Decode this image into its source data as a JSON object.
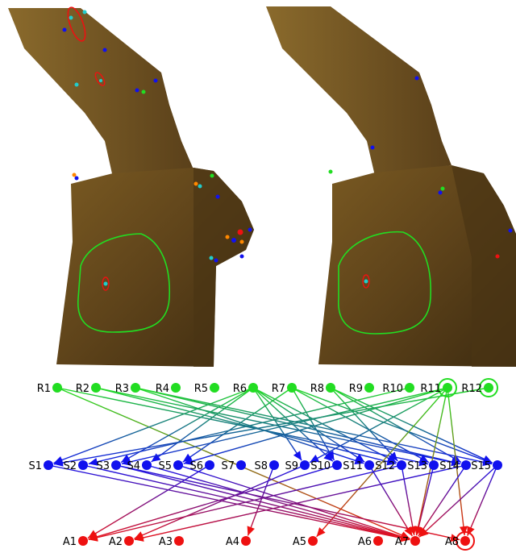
{
  "panels": [
    {
      "name": "left-render",
      "description_free": true
    },
    {
      "name": "right-render",
      "description_free": true
    }
  ],
  "graph": {
    "rows": {
      "R": [
        {
          "id": "R1",
          "label": "R1"
        },
        {
          "id": "R2",
          "label": "R2"
        },
        {
          "id": "R3",
          "label": "R3"
        },
        {
          "id": "R4",
          "label": "R4"
        },
        {
          "id": "R5",
          "label": "R5"
        },
        {
          "id": "R6",
          "label": "R6"
        },
        {
          "id": "R7",
          "label": "R7"
        },
        {
          "id": "R8",
          "label": "R8"
        },
        {
          "id": "R9",
          "label": "R9"
        },
        {
          "id": "R10",
          "label": "R10"
        },
        {
          "id": "R11",
          "label": "R11",
          "ringed": true
        },
        {
          "id": "R12",
          "label": "R12",
          "ringed": true
        }
      ],
      "S": [
        {
          "id": "S1",
          "label": "S1"
        },
        {
          "id": "S2",
          "label": "S2"
        },
        {
          "id": "S3",
          "label": "S3"
        },
        {
          "id": "S4",
          "label": "S4"
        },
        {
          "id": "S5",
          "label": "S5"
        },
        {
          "id": "S6",
          "label": "S6"
        },
        {
          "id": "S7",
          "label": "S7"
        },
        {
          "id": "S8",
          "label": "S8"
        },
        {
          "id": "S9",
          "label": "S9"
        },
        {
          "id": "S10",
          "label": "S10"
        },
        {
          "id": "S11",
          "label": "S11"
        },
        {
          "id": "S12",
          "label": "S12"
        },
        {
          "id": "S13",
          "label": "S13"
        },
        {
          "id": "S14",
          "label": "S14"
        },
        {
          "id": "S15",
          "label": "S15"
        }
      ],
      "A": [
        {
          "id": "A1",
          "label": "A1"
        },
        {
          "id": "A2",
          "label": "A2"
        },
        {
          "id": "A3",
          "label": "A3"
        },
        {
          "id": "A4",
          "label": "A4"
        },
        {
          "id": "A5",
          "label": "A5"
        },
        {
          "id": "A6",
          "label": "A6"
        },
        {
          "id": "A7",
          "label": "A7"
        },
        {
          "id": "A8",
          "label": "A8",
          "ringed": true
        }
      ]
    },
    "colors": {
      "R": "#22dd22",
      "S": "#1111ee",
      "A": "#ee1111"
    },
    "edges": [
      [
        "R1",
        "S13"
      ],
      [
        "R1",
        "A7"
      ],
      [
        "R2",
        "S12"
      ],
      [
        "R2",
        "S14"
      ],
      [
        "R3",
        "S11"
      ],
      [
        "R3",
        "S15"
      ],
      [
        "R3",
        "S14"
      ],
      [
        "R6",
        "S9"
      ],
      [
        "R6",
        "S10"
      ],
      [
        "R6",
        "S11"
      ],
      [
        "R6",
        "S12"
      ],
      [
        "R6",
        "S1"
      ],
      [
        "R6",
        "S4"
      ],
      [
        "R6",
        "S3"
      ],
      [
        "R7",
        "S10"
      ],
      [
        "R7",
        "S13"
      ],
      [
        "R7",
        "S5"
      ],
      [
        "R7",
        "S15"
      ],
      [
        "R8",
        "S12"
      ],
      [
        "R8",
        "S14"
      ],
      [
        "R8",
        "S15"
      ],
      [
        "R10",
        "S2"
      ],
      [
        "R11",
        "S3"
      ],
      [
        "R11",
        "S5"
      ],
      [
        "R11",
        "S9"
      ],
      [
        "R11",
        "A7"
      ],
      [
        "R11",
        "A5"
      ],
      [
        "R11",
        "A8"
      ],
      [
        "R12",
        "S1"
      ],
      [
        "S1",
        "A7"
      ],
      [
        "S2",
        "A7"
      ],
      [
        "S3",
        "A8"
      ],
      [
        "S4",
        "A7"
      ],
      [
        "S5",
        "A7"
      ],
      [
        "S6",
        "A1"
      ],
      [
        "S8",
        "A4"
      ],
      [
        "S9",
        "A2"
      ],
      [
        "S10",
        "A1"
      ],
      [
        "S11",
        "A7"
      ],
      [
        "S12",
        "A1"
      ],
      [
        "S12",
        "A7"
      ],
      [
        "S13",
        "A7"
      ],
      [
        "S14",
        "A2"
      ],
      [
        "S14",
        "A7"
      ],
      [
        "S15",
        "A7"
      ],
      [
        "S15",
        "A8"
      ],
      [
        "S3",
        "A7"
      ]
    ]
  }
}
